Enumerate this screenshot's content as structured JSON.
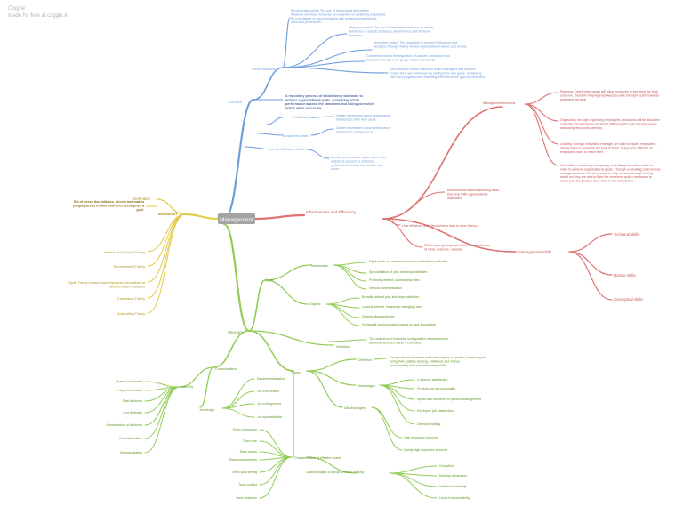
{
  "header": {
    "title": "Coggle",
    "subtitle": "made for free at coggle.it"
  },
  "central": {
    "label": "Management"
  },
  "colors": {
    "blue": "#6f9edb",
    "red": "#dd7474",
    "yellow": "#e3cb4b",
    "green": "#93cd58",
    "central_bg": "#a3a3a3"
  },
  "control": {
    "label": "Control",
    "control_methods": "Control Methods",
    "bureaucratic": "Bureaucratic control The use of hierarchical authority to influence employee behavior by rewarding or punishing employees for compliance or noncompliance with organizational policies, rules and procedures.",
    "objective": "Objective control The use of observable measures of worker behaviour or outputs to assess performance and influence behaviour.",
    "normative": "Normative control The regulation of workers' behaviour and decisions through widely shared organizational values and beliefs.",
    "concertive": "Concertive control the regulation of workers' behaviour and decisions through work group values and beliefs.",
    "self_control": "Self-control A control system in which managers and workers control their own behaviour by setting their own goals, monitoring their own progress and rewarding themselves for goal achievement.",
    "definition": "A regulatory process of establishing standards to achieve organizational goals, comparing actual performance against the standards and taking corrective action when necessary.",
    "feedback": "Feedback control",
    "feedback_desc": "Gather information about performance deficiencies after they occur.",
    "concurrent": "Concurrent control",
    "concurrent_desc": "Gather information about performance deficiencies as they occur.",
    "feedforward": "Feedforward control",
    "feedforward_desc": "Monitor performance inputs rather than outputs to prevent or minimize performance deficiencies before they occur."
  },
  "functions": {
    "label": "Management functions",
    "planning": "Planning: Determining goals will allow employee to see what the final outcome, therefore helping employees to take the right action towards achieving the goal.",
    "organizing": "Organizing: through organizing employees, resources will be allocated correctly and will help to maximise efficiency through reducing waste and using resources correctly.",
    "leading": "Leading: through motivation manager are able to inspire employees, driving them to complete the task at hand, being more efficient as employees want to reach their.",
    "controlling": "Controlling: monitoring, comparing, and taking corrective action in order to achieve organizational goals. Through evaluating performance managers can see if their product is truly effective through testing and if not they are able to take the corrective action necessary to make sure the product does what it was intended to."
  },
  "effectiveness": {
    "label": "Effectiveness and Efficiency",
    "effective_def": "Effectiveness is accomplishing tasks that help fulfill organizational objectives.",
    "relation": "How efficiency and effectiveness links to other theory",
    "efficient_def": "Efficiency is getting work done with a minimum of effort, expense, or waste."
  },
  "skills": {
    "label": "Management skills",
    "technical": "Technical skills:",
    "human": "Human skills:",
    "conceptual": "Conceptual skills:"
  },
  "motivation": {
    "label": "Motivation",
    "definition_label": "Definition",
    "definition": "Set of forces that initiates, directs and makes people persist in their efforts to accomplish a goal.",
    "theories": [
      "Intrinsic and Extrinsic Theory",
      "Reinforcement Theory",
      "Equity Theory explains how employees' perceptions of fairness affect motivation",
      "Expectancy Theory",
      "Goal-setting Theory"
    ]
  },
  "structure": {
    "label": "Structure",
    "types": "Types",
    "mechanistic": "Mechanistic",
    "mech_items": [
      "Rigid chain of command based on centralised authority",
      "Specialisation of jobs and responsibilities",
      "Precisely defined, unchanging roles",
      "Vertical communication"
    ],
    "organic": "Organic",
    "org_items": [
      "Broadly defined jobs and responsibilities",
      "Loosely defined, frequently changing roles",
      "Decentralised authority",
      "Horizontal communication based on task knowledge"
    ],
    "definition_label": "Definition",
    "definition": "The vertical and horizontal configuration of departments, authority, and jobs within a company.",
    "characteristics": "Characteristics",
    "authority": "Authority",
    "authority_items": [
      "Chain of command",
      "Unity of command",
      "Staff authority",
      "Line authority",
      "Centralisation of authority",
      "Decentralisation",
      "Standardisation"
    ],
    "job_design": "Job design",
    "job_items": [
      "Departmentalisation",
      "Job enrichment",
      "Job enlargement",
      "Job specialisation"
    ]
  },
  "teams": {
    "label": "Teams",
    "definition_label": "Definition",
    "definition": "Groups whose members work intensely on a specific, common goal, using their positive synergy, individual and mutual accountability and complementary skills.",
    "advantages": "Advantages",
    "adv_items": [
      "Customer satisfaction",
      "Product and service quality",
      "Speed and efficiency in product management",
      "Employee job satisfaction",
      "Decision making"
    ],
    "disadvantages": "Disadvantages",
    "dis_items": [
      "High employee turnover",
      "Mostly high employee turnover"
    ],
    "characteristics": "Characteristics of effective teams",
    "char_items": [
      "Team recognition",
      "Team size",
      "Team norms",
      "Team cohesiveness",
      "Team goal setting",
      "Team conflict",
      "Team selection"
    ],
    "group_dis": "Disadvantages of group decision making",
    "group_items": [
      "Groupthink",
      "Minority domination",
      "Inefficient meetings",
      "Lack of accountability"
    ]
  }
}
